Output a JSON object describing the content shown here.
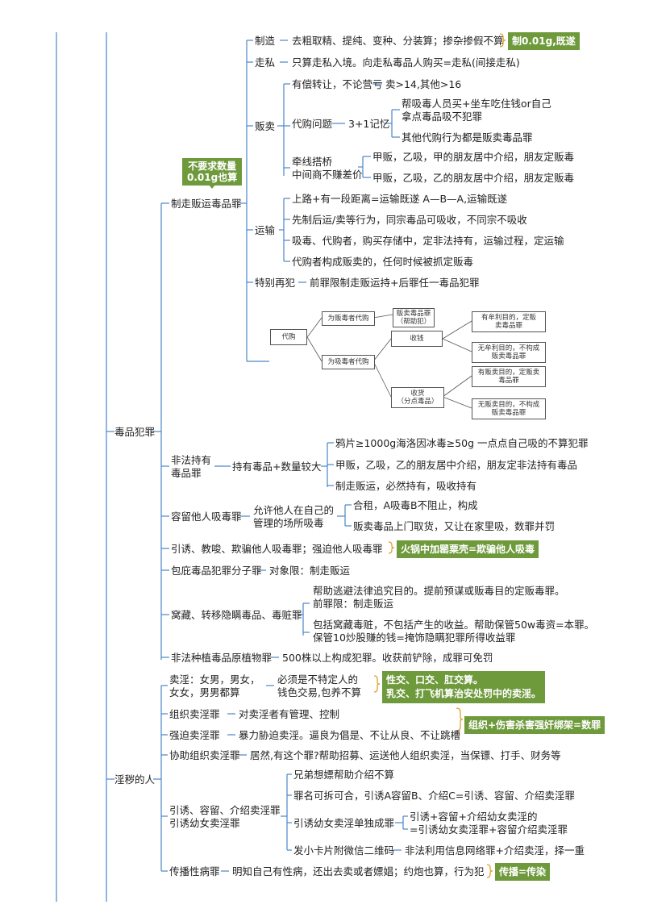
{
  "root_labels": {
    "drug": "毒品犯罪",
    "obscene": "淫秽的人"
  },
  "drug": {
    "manufacture_sell": {
      "label": "制走贩运毒品罪",
      "badge_line1": "不要求数量",
      "badge_line2": "0.01g也算",
      "make": {
        "label": "制造",
        "text": "去粗取精、提纯、变种、分装算；掺杂掺假不算",
        "tag": "制0.01g,既遂"
      },
      "smuggle": {
        "label": "走私",
        "text": "只算走私入境。向走私毒品人购买=走私(间接走私)"
      },
      "sell": {
        "label": "贩卖",
        "paid": {
          "text": "有偿转让，不论营亏",
          "result": "卖>14,其他>16"
        },
        "proxy": {
          "label": "代购问题",
          "memo": "3+1记忆",
          "item1_line1": "帮吸毒人员买+坐车吃住钱or自己",
          "item1_line2": "拿点毒品吸不犯罪",
          "item2": "其他代购行为都是贩卖毒品罪"
        },
        "broker": {
          "label_line1": "牵线搭桥",
          "label_line2": "中间商不赚差价",
          "item1": "甲贩，乙吸，甲的朋友居中介绍，朋友定贩毒",
          "item2": "甲贩，乙吸，乙的朋友居中介绍，朋友定贩毒"
        }
      },
      "transport": {
        "label": "运输",
        "item1": "上路+有一段距离=运输既遂      A—B—A,运输既遂",
        "item2": "先制后运/卖等行为，同宗毒品可吸收，不同宗不吸收",
        "item3": "吸毒、代购者，购买存储中，定非法持有，运输过程，定运输",
        "item4": "代购者构成贩卖的，任何时候被抓定贩毒"
      },
      "recidivism": {
        "label": "特别再犯",
        "text": "前罪限制走贩运持+后罪任一毒品犯罪"
      },
      "diagram": {
        "root": "代购",
        "for_seller": "为贩毒者代购",
        "for_seller_result_1": "贩卖毒品罪",
        "for_seller_result_2": "（帮助犯）",
        "for_user": "为吸毒者代购",
        "take_money": "收钱",
        "profit_1": "有牟利目的，定贩",
        "profit_2": "卖毒品罪",
        "noprofit_1": "无牟利目的，不构成",
        "noprofit_2": "贩卖毒品罪",
        "take_goods_1": "收货",
        "take_goods_2": "（分点毒品）",
        "sell_purpose_1": "有贩卖目的，定贩卖",
        "sell_purpose_2": "毒品罪",
        "nosell_purpose_1": "无贩卖目的，不构成",
        "nosell_purpose_2": "贩卖毒品罪"
      }
    },
    "possess": {
      "label_line1": "非法持有",
      "label_line2": "毒品罪",
      "mid": "持有毒品+数量较大",
      "item1": "鸦片≥1000g海洛因冰毒≥50g  一点点自己吸的不算犯罪",
      "item2": "甲贩，乙吸，乙的朋友居中介绍，朋友定非法持有毒品",
      "item3": "制走贩运，必然持有，吸收持有"
    },
    "shelter": {
      "label": "容留他人吸毒罪",
      "mid_line1": "允许他人在自己的",
      "mid_line2": "管理的场所吸毒",
      "item1": "合租，A吸毒B不阻止，构成",
      "item2": "贩卖毒品上门取货，又让在家里吸，数罪并罚"
    },
    "induce": {
      "text": "引诱、教唆、欺骗他人吸毒罪；强迫他人吸毒罪",
      "tag": "火锅中加罂粟壳=欺骗他人吸毒"
    },
    "harbor": {
      "label": "包庇毒品犯罪分子罪",
      "text": "对象限：制走贩运"
    },
    "conceal": {
      "label": "窝藏、转移隐瞒毒品、毒赃罪",
      "item1_line1": "帮助逃避法律追究目的。提前预谋或贩毒目的定贩毒罪。",
      "item1_line2": "前罪限：制走贩运",
      "item2_line1": "包括窝藏毒赃，不包括产生的收益。帮助保管50w毒资=本罪。",
      "item2_line2": "保管10炒股赚的钱=掩饰隐瞒犯罪所得收益罪"
    },
    "plant": {
      "label": "非法种植毒品原植物罪",
      "text": "500株以上构成犯罪。收获前铲除，成罪可免罚"
    }
  },
  "obscene": {
    "prostitution": {
      "label_line1": "卖淫：女男，男女，",
      "label_line2": "女女，男男都算",
      "mid_line1": "必须是不特定人的",
      "mid_line2": "钱色交易,包养不算",
      "tag_line1": "性交、口交、肛交算。",
      "tag_line2": "乳交、打飞机算治安处罚中的卖淫。"
    },
    "organize": {
      "label": "组织卖淫罪",
      "text": "对卖淫者有管理、控制"
    },
    "force": {
      "label": "强迫卖淫罪",
      "text": "暴力胁迫卖淫。逼良为倡是、不让从良、不让跳槽"
    },
    "group_tag": "组织+伤害杀害强奸绑架=数罪",
    "assist": {
      "label": "协助组织卖淫罪",
      "text": "居然,有这个罪?帮助招募、运送他人组织卖淫，当保镖、打手、财务等"
    },
    "lure": {
      "label_line1": "引诱、容留、介绍卖淫罪",
      "label_line2": "引诱幼女卖淫罪",
      "item1": "兄弟想嫖帮助介绍不算",
      "item2": "罪名可拆可合，引诱A容留B、介绍C=引诱、容留、介绍卖淫罪",
      "item3_label": "引诱幼女卖淫单独成罪",
      "item3_sub1": "引诱+容留+介绍幼女卖淫的",
      "item3_sub2": "=引诱幼女卖淫罪+容留介绍卖淫罪",
      "item4_label": "发小卡片附微信二维码",
      "item4_text": "非法利用信息网络罪+介绍卖淫，择一重"
    },
    "disease": {
      "label": "传播性病罪",
      "text": "明知自己有性病，还出去卖或者嫖娼；约炮也算，行为犯",
      "tag": "传播=传染"
    }
  },
  "colors": {
    "accent": "#6e9a3c",
    "line": "#4a86c8"
  }
}
